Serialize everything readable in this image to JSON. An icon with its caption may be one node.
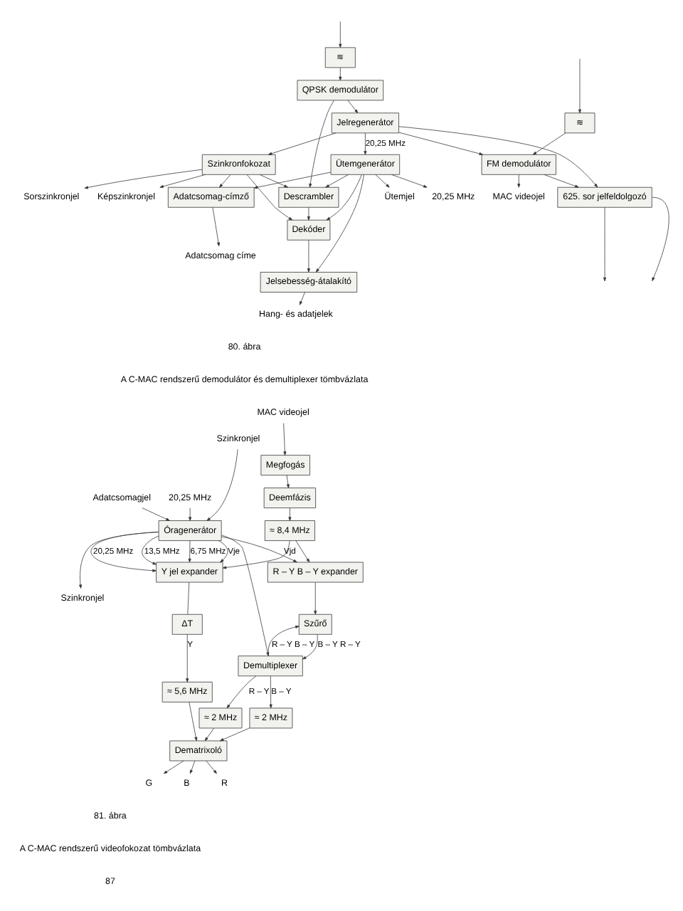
{
  "diagram": {
    "nodes": [
      {
        "text": [
          "≋"
        ]
      },
      {
        "text": [
          "≋"
        ]
      },
      {
        "text": [
          "FM demodulátor"
        ]
      },
      {
        "text": [
          "Jelregenerátor"
        ]
      },
      {
        "text": [
          "QPSK demodulátor"
        ]
      },
      {
        "text": [
          "625. sor jelfeldolgozó"
        ]
      },
      {
        "text": [
          "Szinkronfokozat"
        ]
      },
      {
        "text": [
          "Descrambler"
        ]
      },
      {
        "text": [
          "Dekóder"
        ]
      },
      {
        "text": [
          "Ütemgenerátor"
        ]
      },
      {
        "text": [
          "Jelsebesség-átalakító"
        ]
      },
      {
        "text": [
          "Adatcsomag-címző"
        ]
      },
      {
        "text": [
          "MAC videojel"
        ]
      },
      {
        "text": [
          "Sorszinkronjel"
        ]
      },
      {
        "text": [
          "Képszinkronjel"
        ]
      },
      {
        "text": [
          "Hang- és adatjelek"
        ]
      },
      {
        "text": [
          "Ütemjel"
        ]
      },
      {
        "text": [
          "Adatcsomag címe"
        ]
      },
      {
        "text": [
          "20,25 MHz"
        ]
      },
      {
        "text": [
          "MAC videojel"
        ]
      },
      {
        "text": [
          "Megfogás"
        ]
      },
      {
        "text": [
          "Deemfázis"
        ]
      },
      {
        "text": [
          "≈ 8,4 MHz"
        ]
      },
      {
        "text": [
          "Óragenerátor"
        ]
      },
      {
        "text": [
          "Y jel expander"
        ]
      },
      {
        "text": [
          "R – Y B – Y expander"
        ]
      },
      {
        "text": [
          "ΔT"
        ]
      },
      {
        "text": [
          "Szűrő"
        ]
      },
      {
        "text": [
          "Demultiplexer"
        ]
      },
      {
        "text": [
          "≈ 5,6 MHz"
        ]
      },
      {
        "text": [
          "≈ 2 MHz"
        ]
      },
      {
        "text": [
          "≈ 2 MHz"
        ]
      },
      {
        "text": [
          "Dematrixoló"
        ]
      },
      {
        "text": [
          "20,25 MHz"
        ]
      },
      {
        "text": [
          "Szinkronjel"
        ]
      },
      {
        "text": [
          "Adatcsomagjel"
        ]
      },
      {
        "text": [
          "Szinkronjel"
        ]
      },
      {
        "text": [
          "R"
        ]
      },
      {
        "text": [
          "G"
        ]
      },
      {
        "text": [
          "B"
        ]
      }
    ],
    "edges": [
      {
        "from": null,
        "to": 0,
        "arrow": "to"
      },
      {
        "from": null,
        "to": 1,
        "arrow": "to"
      },
      {
        "from": 0,
        "to": 2,
        "arrow": "to"
      },
      {
        "from": 1,
        "to": 4,
        "arrow": "to"
      },
      {
        "from": 2,
        "to": 12,
        "arrow": "to"
      },
      {
        "from": 2,
        "to": 5,
        "arrow": "to"
      },
      {
        "from": 4,
        "to": 3,
        "arrow": "to"
      },
      {
        "from": 3,
        "to": 2,
        "arrow": "to"
      },
      {
        "from": 3,
        "to": 6,
        "arrow": "to"
      },
      {
        "from": 3,
        "to": 5,
        "arrow": "to"
      },
      {
        "from": 3,
        "to": 9,
        "label": "20,25 MHz",
        "arrow": "to"
      },
      {
        "from": 5,
        "to": null,
        "arrow": "to"
      },
      {
        "from": 5,
        "to": null,
        "arrow": "to"
      },
      {
        "from": 6,
        "to": 13,
        "arrow": "to"
      },
      {
        "from": 6,
        "to": 14,
        "arrow": "to"
      },
      {
        "from": 6,
        "to": 7,
        "arrow": "to"
      },
      {
        "from": 6,
        "to": 8,
        "arrow": "to"
      },
      {
        "from": 6,
        "to": 11,
        "arrow": "to"
      },
      {
        "from": 4,
        "to": 7,
        "arrow": "to"
      },
      {
        "from": 7,
        "to": 8,
        "arrow": "to"
      },
      {
        "from": 8,
        "to": 10,
        "arrow": "to"
      },
      {
        "from": 9,
        "to": 7,
        "arrow": "to"
      },
      {
        "from": 9,
        "to": 8,
        "arrow": "to"
      },
      {
        "from": 9,
        "to": 10,
        "arrow": "to"
      },
      {
        "from": 9,
        "to": 11,
        "arrow": "to"
      },
      {
        "from": 9,
        "to": 16,
        "arrow": "to"
      },
      {
        "from": 9,
        "to": 18,
        "arrow": "to"
      },
      {
        "from": 10,
        "to": 15,
        "arrow": "to"
      },
      {
        "from": 11,
        "to": 17,
        "arrow": "to"
      },
      {
        "from": 19,
        "to": 20,
        "arrow": "to"
      },
      {
        "from": 20,
        "to": 21,
        "arrow": "to"
      },
      {
        "from": 21,
        "to": 22,
        "arrow": "to"
      },
      {
        "from": 22,
        "to": 24,
        "arrow": "to"
      },
      {
        "from": 22,
        "to": 25,
        "arrow": "to"
      },
      {
        "from": 33,
        "to": 23,
        "arrow": "to"
      },
      {
        "from": 34,
        "to": 23,
        "arrow": "to"
      },
      {
        "from": 35,
        "to": 23,
        "arrow": "to"
      },
      {
        "from": 23,
        "to": 24,
        "label": "20,25 MHz",
        "arrow": "to"
      },
      {
        "from": 23,
        "to": 24,
        "label": "13,5 MHz",
        "arrow": "to"
      },
      {
        "from": 23,
        "to": 24,
        "label": "6,75 MHz",
        "arrow": "to"
      },
      {
        "from": 23,
        "to": 24,
        "label": "Vje",
        "arrow": "to"
      },
      {
        "from": 23,
        "to": 25,
        "label": "Vjd",
        "arrow": "to"
      },
      {
        "from": 23,
        "to": 28,
        "arrow": "to"
      },
      {
        "from": 23,
        "to": 36,
        "arrow": "to"
      },
      {
        "from": 24,
        "to": 26,
        "arrow": "none"
      },
      {
        "from": 26,
        "to": 29,
        "label": "Y",
        "arrow": "to"
      },
      {
        "from": 25,
        "to": 27,
        "arrow": "to"
      },
      {
        "from": 28,
        "to": 27,
        "label": "R – Y B – Y",
        "arrow": "to"
      },
      {
        "from": 27,
        "to": 28,
        "label": "B – Y R – Y",
        "arrow": "to"
      },
      {
        "from": 28,
        "to": 30,
        "label": "R – Y",
        "arrow": "to"
      },
      {
        "from": 28,
        "to": 31,
        "label": "B – Y",
        "arrow": "to"
      },
      {
        "from": 29,
        "to": 32,
        "arrow": "to"
      },
      {
        "from": 30,
        "to": 32,
        "arrow": "to"
      },
      {
        "from": 31,
        "to": 32,
        "arrow": "to"
      },
      {
        "from": 32,
        "to": 37,
        "arrow": "to"
      },
      {
        "from": 32,
        "to": 38,
        "arrow": "to"
      },
      {
        "from": 32,
        "to": 39,
        "arrow": "to"
      }
    ],
    "labels": [
      "80. ábra",
      "A C-MAC rendszerű demodulátor és demultiplexer tömbvázlata",
      "81. ábra",
      "A C-MAC rendszerű videofokozat tömbvázlata",
      "87"
    ]
  }
}
